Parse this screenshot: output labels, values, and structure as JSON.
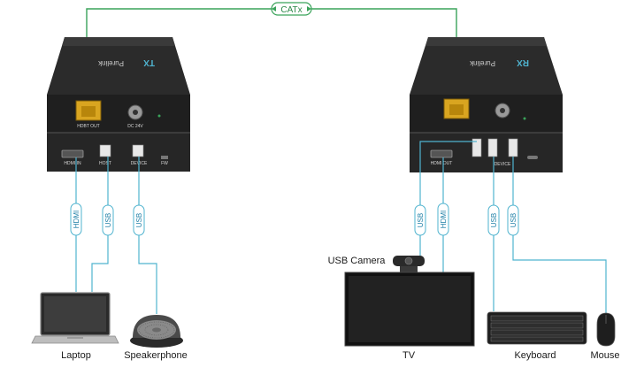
{
  "link": {
    "label": "CATx",
    "color_link": "#3aa35a",
    "color_cable": "#4fb3cf"
  },
  "tx": {
    "model": "TX",
    "brand": "Purelink",
    "ports_top": {
      "hdbt": "HDBT OUT",
      "dc": "DC 24V"
    },
    "ports_bottom": {
      "hdmi": "HDMI IN",
      "usb": "HOST",
      "usb2": "DEVICE",
      "fw": "FW"
    }
  },
  "rx": {
    "model": "RX",
    "brand": "Purelink",
    "ports_bottom": {
      "hdmi": "HDMI OUT",
      "usb": "DEVICE"
    }
  },
  "cable_tags": {
    "tx_hdmi": "HDMI",
    "tx_usb1": "USB",
    "tx_usb2": "USB",
    "rx_usb_cam": "USB",
    "rx_hdmi": "HDMI",
    "rx_usb_kb": "USB",
    "rx_usb_mouse": "USB"
  },
  "devices": {
    "laptop": "Laptop",
    "speakerphone": "Speakerphone",
    "usb_camera": "USB Camera",
    "tv": "TV",
    "keyboard": "Keyboard",
    "mouse": "Mouse"
  }
}
